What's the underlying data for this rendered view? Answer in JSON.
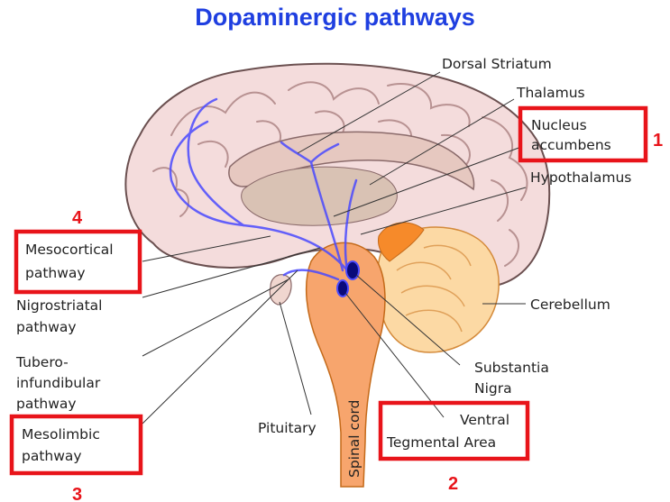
{
  "title": "Dopaminergic pathways",
  "labels": {
    "dorsal_striatum": "Dorsal Striatum",
    "thalamus": "Thalamus",
    "nucleus_accumbens_1": "Nucleus",
    "nucleus_accumbens_2": "accumbens",
    "hypothalamus": "Hypothalamus",
    "cerebellum": "Cerebellum",
    "substantia_nigra_1": "Substantia",
    "substantia_nigra_2": "Nigra",
    "vta_1": "Ventral",
    "vta_2": "Tegmental Area",
    "pituitary": "Pituitary",
    "spinal_cord": "Spinal cord",
    "mesocortical_1": "Mesocortical",
    "mesocortical_2": "pathway",
    "nigrostriatal_1": "Nigrostriatal",
    "nigrostriatal_2": "pathway",
    "tubero_1": "Tubero-",
    "tubero_2": "infundibular",
    "tubero_3": "pathway",
    "mesolimbic_1": "Mesolimbic",
    "mesolimbic_2": "pathway"
  },
  "markers": {
    "n1": "1",
    "n2": "2",
    "n3": "3",
    "n4": "4"
  },
  "colors": {
    "title": "#1f3fe0",
    "highlight_box": "#e8141a",
    "cortex": "#f4dcdc",
    "brainstem": "#f7a56d",
    "cerebellum": "#fcd9a4",
    "pathway": "#4a4aff"
  }
}
